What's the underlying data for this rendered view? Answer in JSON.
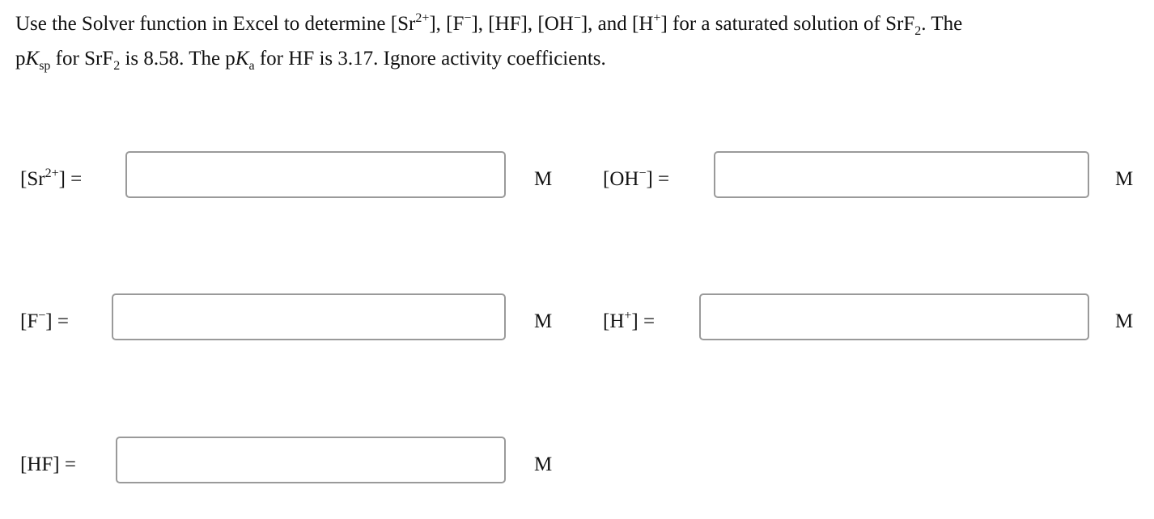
{
  "question": {
    "line1_a": "Use the Solver function in Excel to determine [Sr",
    "line1_sup1": "2+",
    "line1_b": "], [F",
    "line1_sup2": "−",
    "line1_c": "], [HF], [OH",
    "line1_sup3": "−",
    "line1_d": "], and [H",
    "line1_sup4": "+",
    "line1_e": "] for a saturated solution of SrF",
    "line1_sub1": "2",
    "line1_f": ". The",
    "line2_p1": "p",
    "line2_K1": "K",
    "line2_sub_sp": "sp",
    "line2_a": " for SrF",
    "line2_sub2": "2",
    "line2_b": " is 8.58. The p",
    "line2_K2": "K",
    "line2_sub_a": "a",
    "line2_c": " for HF is 3.17. Ignore activity coefficients."
  },
  "fields": {
    "sr": {
      "label_a": "[Sr",
      "label_sup": "2+",
      "label_b": "] =",
      "value": "",
      "unit": "M"
    },
    "oh": {
      "label_a": "[OH",
      "label_sup": "−",
      "label_b": "] =",
      "value": "",
      "unit": "M"
    },
    "f": {
      "label_a": "[F",
      "label_sup": "−",
      "label_b": "] =",
      "value": "",
      "unit": "M"
    },
    "h": {
      "label_a": "[H",
      "label_sup": "+",
      "label_b": "] =",
      "value": "",
      "unit": "M"
    },
    "hf": {
      "label_a": "[HF] =",
      "value": "",
      "unit": "M"
    }
  },
  "colors": {
    "text": "#111111",
    "input_border": "#9a9a9a",
    "background": "#ffffff"
  }
}
